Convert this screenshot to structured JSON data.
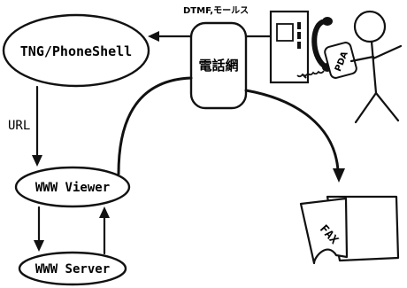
{
  "diagram": {
    "nodes": {
      "phoneshell": "TNG/PhoneShell",
      "viewer": "WWW Viewer",
      "server": "WWW Server",
      "network": "電話網",
      "pda": "PDA",
      "fax": "FAX"
    },
    "edge_labels": {
      "dtmf": "DTMF,モールス",
      "url": "URL"
    },
    "icons": {
      "telephone": "telephone-icon",
      "person": "person-icon",
      "pda": "pda-icon",
      "fax": "fax-icon"
    }
  }
}
